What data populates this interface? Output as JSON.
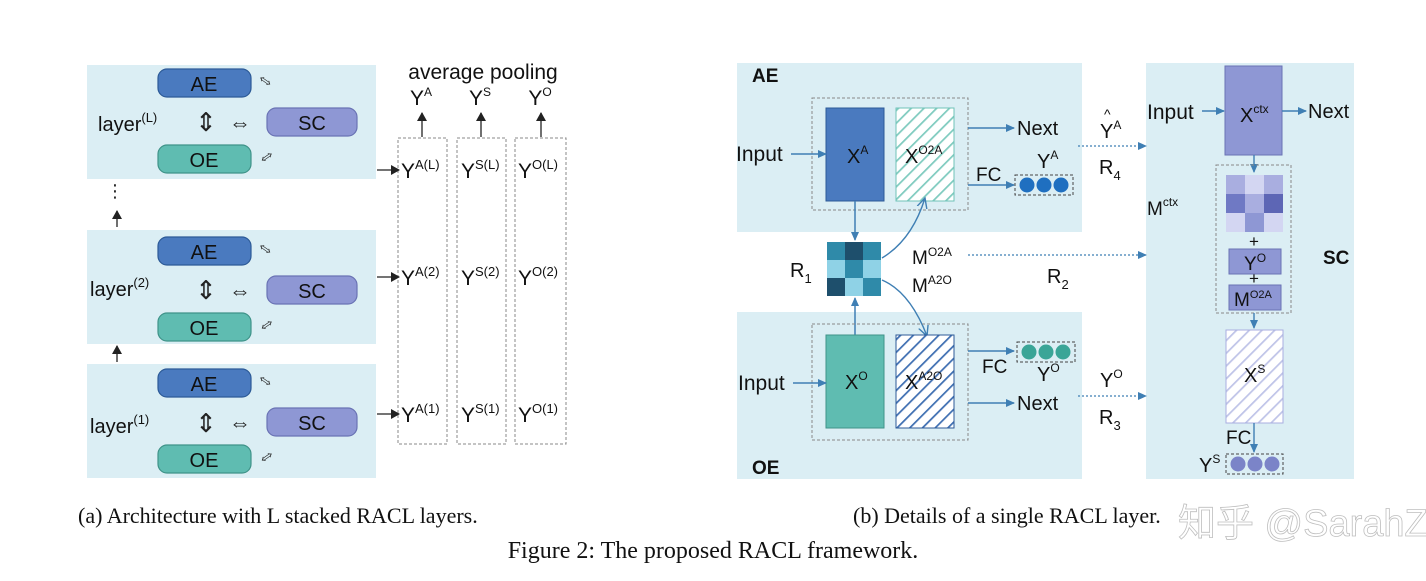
{
  "figure_a": {
    "pooling_title": "average pooling",
    "pooled_a": "Y",
    "pooled_a_sup": "A",
    "pooled_s": "Y",
    "pooled_s_sup": "S",
    "pooled_o": "Y",
    "pooled_o_sup": "O",
    "layers": [
      {
        "label": "layer",
        "sup": "(L)",
        "ae": "AE",
        "oe": "OE",
        "sc": "SC",
        "ya": "Y",
        "ya_sup": "A(L)",
        "ys": "Y",
        "ys_sup": "S(L)",
        "yo": "Y",
        "yo_sup": "O(L)"
      },
      {
        "label": "layer",
        "sup": "(2)",
        "ae": "AE",
        "oe": "OE",
        "sc": "SC",
        "ya": "Y",
        "ya_sup": "A(2)",
        "ys": "Y",
        "ys_sup": "S(2)",
        "yo": "Y",
        "yo_sup": "O(2)"
      },
      {
        "label": "layer",
        "sup": "(1)",
        "ae": "AE",
        "oe": "OE",
        "sc": "SC",
        "ya": "Y",
        "ya_sup": "A(1)",
        "ys": "Y",
        "ys_sup": "S(1)",
        "yo": "Y",
        "yo_sup": "O(1)"
      }
    ],
    "ellipsis": "⋮",
    "caption": "(a)  Architecture with L stacked RACL layers."
  },
  "figure_b": {
    "ae_title": "AE",
    "oe_title": "OE",
    "sc_title": "SC",
    "input": "Input",
    "next": "Next",
    "fc": "FC",
    "xa": "X",
    "xa_sup": "A",
    "xo2a": "X",
    "xo2a_sup": "O2A",
    "xo": "X",
    "xo_sup": "O",
    "xa2o": "X",
    "xa2o_sup": "A2O",
    "ya": "Y",
    "ya_sup": "A",
    "yo": "Y",
    "yo_sup": "O",
    "yhat_a": "Y",
    "yhat_a_sup": "A",
    "yo_right": "Y",
    "yo_right_sup": "O",
    "r1": "R",
    "r1_sub": "1",
    "r2": "R",
    "r2_sub": "2",
    "r3": "R",
    "r3_sub": "3",
    "r4": "R",
    "r4_sub": "4",
    "mo2a": "M",
    "mo2a_sup": "O2A",
    "ma2o": "M",
    "ma2o_sup": "A2O",
    "mctx": "M",
    "mctx_sup": "ctx",
    "xctx": "X",
    "xctx_sup": "ctx",
    "sc_yo": "Y",
    "sc_yo_sup": "O",
    "sc_mo2a": "M",
    "sc_mo2a_sup": "O2A",
    "plus": "+",
    "xs": "X",
    "xs_sup": "S",
    "ys": "Y",
    "ys_sup": "S",
    "caption": "(b)  Details of a single RACL layer."
  },
  "figure_caption": "Figure 2: The proposed RACL framework.",
  "watermark": "知乎 @SarahZ",
  "colors": {
    "panel_bg": "#dbeef4",
    "ae_blue": "#4a7abf",
    "oe_teal": "#5fbcb1",
    "sc_purple": "#8e97d4",
    "arrow_blue": "#3f7fb4",
    "r1_dark": "#1e4f6c",
    "r1_mid": "#2f8aa9",
    "r1_light": "#8fd2e6"
  }
}
